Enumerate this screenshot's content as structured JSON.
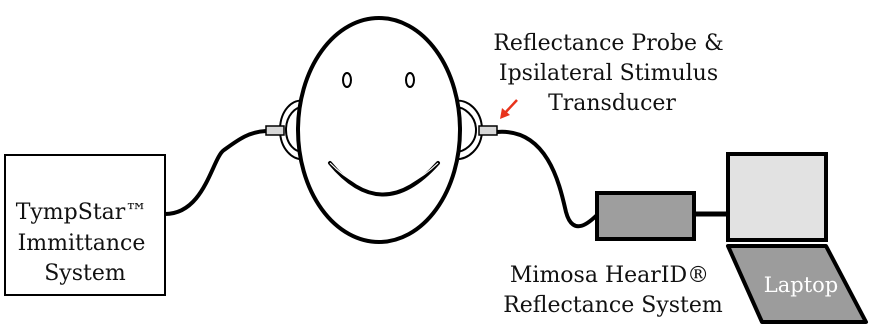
{
  "probe_label": {
    "line1": "Reflectance Probe &",
    "line2": "Ipsilateral Stimulus",
    "line3": "Transducer"
  },
  "tympstar_label": {
    "line1": "TympStar™",
    "line2": "Immittance",
    "line3": "System"
  },
  "mimosa_label": {
    "line1": "Mimosa HearID®",
    "line2": "Reflectance System"
  },
  "laptop_label": "Laptop",
  "colors": {
    "stroke": "#000000",
    "arrow": "#e8331c",
    "mimosa_device": "#9e9e9e",
    "laptop_base": "#9c9c9c",
    "laptop_screen": "#e2e2e2",
    "probe_tip": "#d8d8d8"
  },
  "icons": [
    "face-icon",
    "left-ear-icon",
    "right-ear-icon",
    "probe-arrow-icon",
    "laptop-icon",
    "mimosa-device-icon"
  ]
}
